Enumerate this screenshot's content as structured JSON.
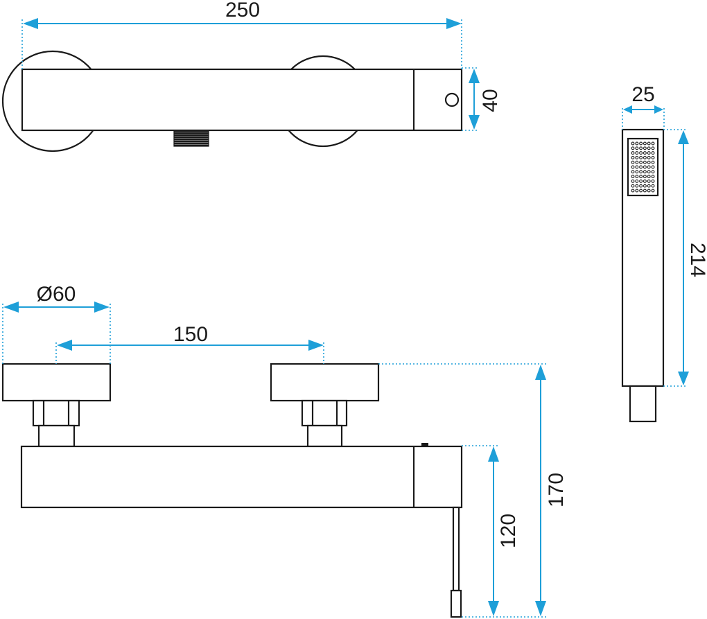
{
  "dimensions": {
    "total_length": "250",
    "body_height": "40",
    "handshower_width": "25",
    "handshower_length": "214",
    "connector_diameter": "Ø60",
    "connector_spacing": "150",
    "total_depth": "170",
    "outlet_height": "120"
  },
  "colors": {
    "outline": "#1a1a1a",
    "dimension": "#1e9fd8"
  }
}
